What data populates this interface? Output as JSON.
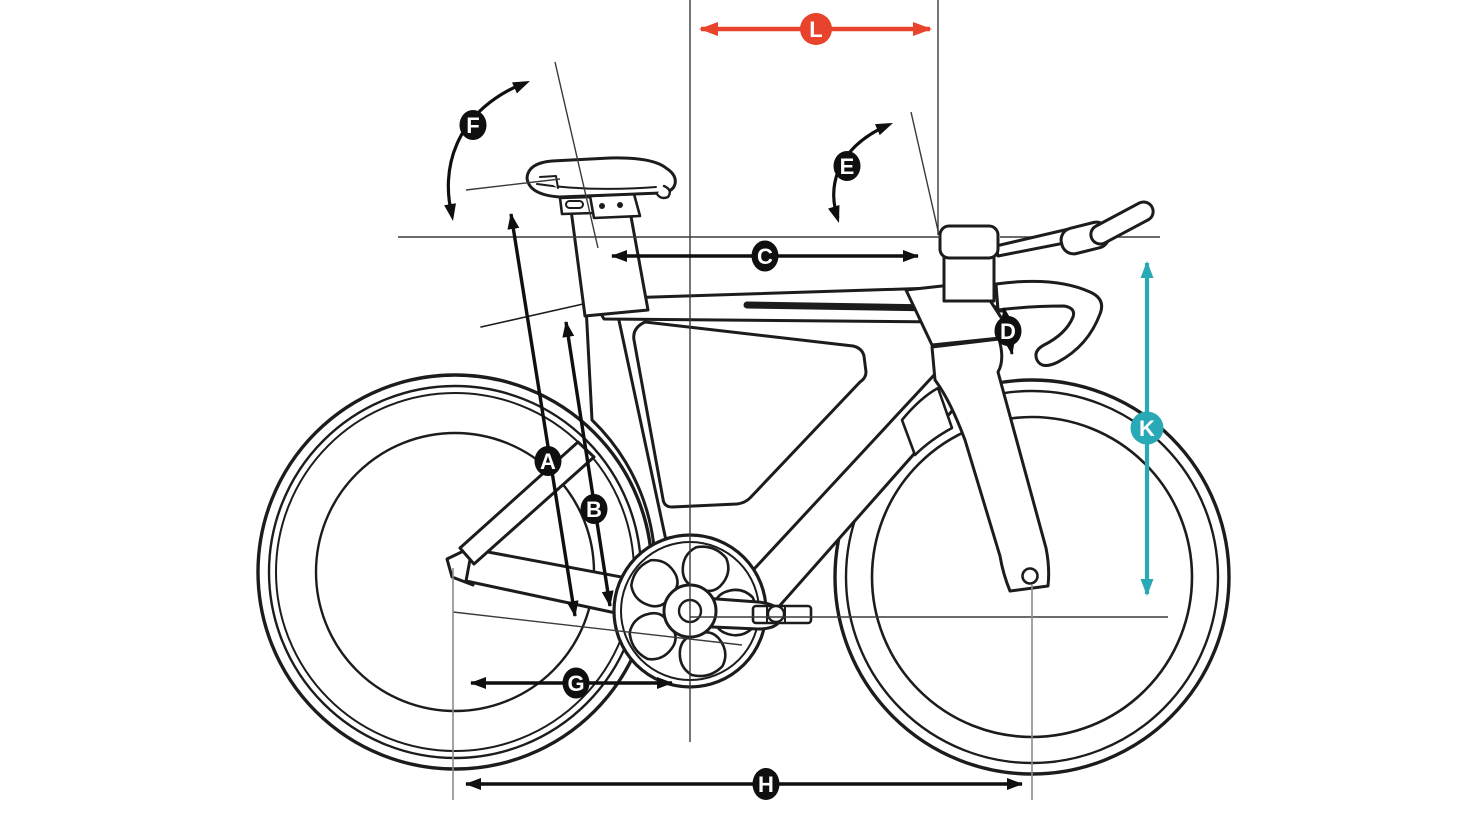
{
  "diagram": {
    "type": "bike-geometry-diagram",
    "subject": "time-trial bicycle side view line drawing with labeled geometry measurement arrows",
    "labels": {
      "A": "A",
      "B": "B",
      "C": "C",
      "D": "D",
      "E": "E",
      "F": "F",
      "G": "G",
      "H": "H",
      "K": "K",
      "L": "L"
    },
    "measurements": [
      {
        "letter": "A",
        "style": "black",
        "form": "diagonal-double-arrow-along-seat-tube"
      },
      {
        "letter": "B",
        "style": "black",
        "form": "diagonal-double-arrow-seat-tube-length"
      },
      {
        "letter": "C",
        "style": "black",
        "form": "horizontal-double-arrow-saddle-to-bar"
      },
      {
        "letter": "D",
        "style": "black",
        "form": "short-vertical-double-arrow-at-stem"
      },
      {
        "letter": "E",
        "style": "black",
        "form": "curved-angle-arrow-head-angle"
      },
      {
        "letter": "F",
        "style": "black",
        "form": "curved-angle-arrow-seat-angle"
      },
      {
        "letter": "G",
        "style": "black",
        "form": "horizontal-double-arrow-rear-center"
      },
      {
        "letter": "H",
        "style": "black",
        "form": "horizontal-double-arrow-wheelbase"
      },
      {
        "letter": "K",
        "style": "teal",
        "form": "vertical-double-arrow-front-end-height"
      },
      {
        "letter": "L",
        "style": "red",
        "form": "horizontal-double-arrow-top"
      }
    ],
    "colors": {
      "background": "#ffffff",
      "line_art": "#1c1c1c",
      "label_black": "#0f0f0f",
      "label_red": "#e8432c",
      "label_teal": "#29a8b5",
      "axle_line_gray": "#8c8c8c",
      "letter_white": "#ffffff"
    }
  }
}
